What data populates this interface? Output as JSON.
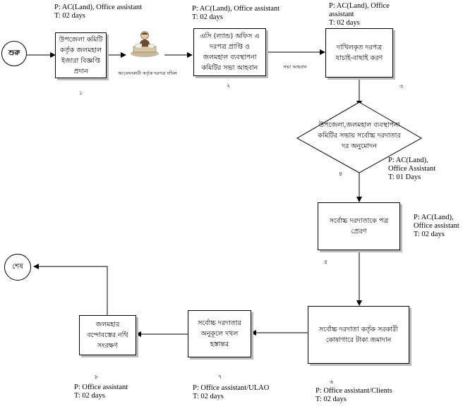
{
  "start": "শুরু",
  "end": "শেষ",
  "steps": [
    {
      "text": "উপজেলা কমিটি কর্তৃক জলমহাল ইজারা বিজ্ঞপ্তি প্রদান",
      "num": "১",
      "meta": "P: AC(Land), Office assistant\nT: 02 days"
    },
    {
      "text": "এসি (ল্যান্ড) অফিস এ দরপত্র প্রাপ্তি ও জলমহাল ব্যবস্থাপনা কমিটির সভা আহবান",
      "num": "২",
      "meta": "P: AC(Land), Office assistant\nT: 02 days"
    },
    {
      "text": "দাখিলকৃত দরপত্র যাচাই-বাছাই করণ",
      "num": "৩",
      "meta": "P: AC(Land), Office assistant\nT: 02 days"
    },
    {
      "text": "উপজেলা,জলমহাল ব্যবস্থাপনা কমিটির সভায় সর্বোচ্চ দরদাতার দর অনুমোদন",
      "num": "৪",
      "meta": "P:  AC(Land),\n   Office Assistant\nT:  01 Days"
    },
    {
      "text": "সর্বোচ্চ দরদাতাকে পত্র প্রেরণ",
      "num": "৫",
      "meta": "P: AC(Land),\nOffice assistant\nT: 02 days"
    },
    {
      "text": "সর্বোচ্চ দরদাতা কর্তৃক সরকারী কোষাগারে টাকা জমাদান",
      "num": "৬",
      "meta": "P: Office assistant/Clients\nT: 02 days"
    },
    {
      "text": "সর্বোচ্চ দরদাতার অনুকূলে দখল হস্তান্তর",
      "num": "৭",
      "meta": "P: Office assistant/ULAO\nT: 02 days"
    },
    {
      "text": "জলমহার বন্দোবস্তের নথি সংরক্ষণ",
      "num": "৮",
      "meta": "P: Office assistant\nT: 02 days"
    }
  ],
  "labels": {
    "applicant": "আবেদনকারী কর্তৃক দরপত্র দখিল",
    "meeting": "সভা আহবান"
  },
  "icons": {
    "applicant": "person-at-desk-icon"
  }
}
